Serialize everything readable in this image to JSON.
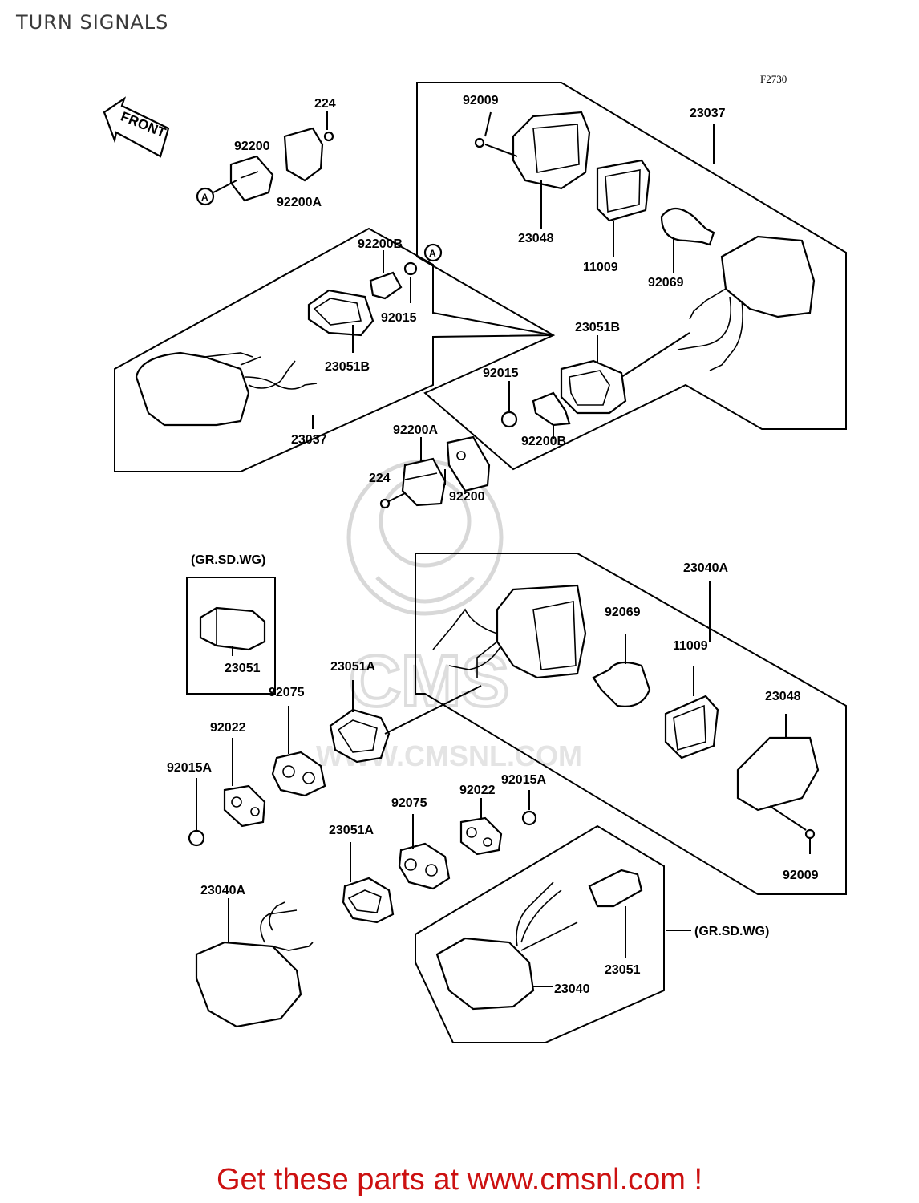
{
  "title": "TURN SIGNALS",
  "figure_code": "F2730",
  "front_label": "FRONT",
  "watermark": "WWW.CMSNL.COM",
  "footer": "Get these parts at www.cmsnl.com !",
  "callout_letter": "A",
  "labels": {
    "p224_top": "224",
    "p92200_top": "92200",
    "p92200A_top": "92200A",
    "p92009_top": "92009",
    "p23037_top": "23037",
    "p23048_top": "23048",
    "p11009_top": "11009",
    "p92069_top": "92069",
    "p92200B_left": "92200B",
    "p92015_left": "92015",
    "p23051B_left": "23051B",
    "p23037_left": "23037",
    "p23051B_right": "23051B",
    "p92015_right": "92015",
    "p92200B_right": "92200B",
    "p92200A_mid": "92200A",
    "p224_mid": "224",
    "p92200_mid": "92200",
    "grsdwg_left": "(GR.SD.WG)",
    "p23051_left": "23051",
    "p23040A_top": "23040A",
    "p92069_right": "92069",
    "p11009_right": "11009",
    "p23048_right": "23048",
    "p92009_right": "92009",
    "p23051A_upper": "23051A",
    "p92075_left": "92075",
    "p92022_left": "92022",
    "p92015A_left": "92015A",
    "p92075_mid": "92075",
    "p92022_mid": "92022",
    "p92015A_mid": "92015A",
    "p23051A_lower": "23051A",
    "p23040A_left": "23040A",
    "grsdwg_right": "(GR.SD.WG)",
    "p23051_right": "23051",
    "p23040": "23040"
  },
  "colors": {
    "footer": "#cc1111",
    "line": "#000000",
    "watermark": "#cfcfcf",
    "title": "#3a3a3a"
  }
}
